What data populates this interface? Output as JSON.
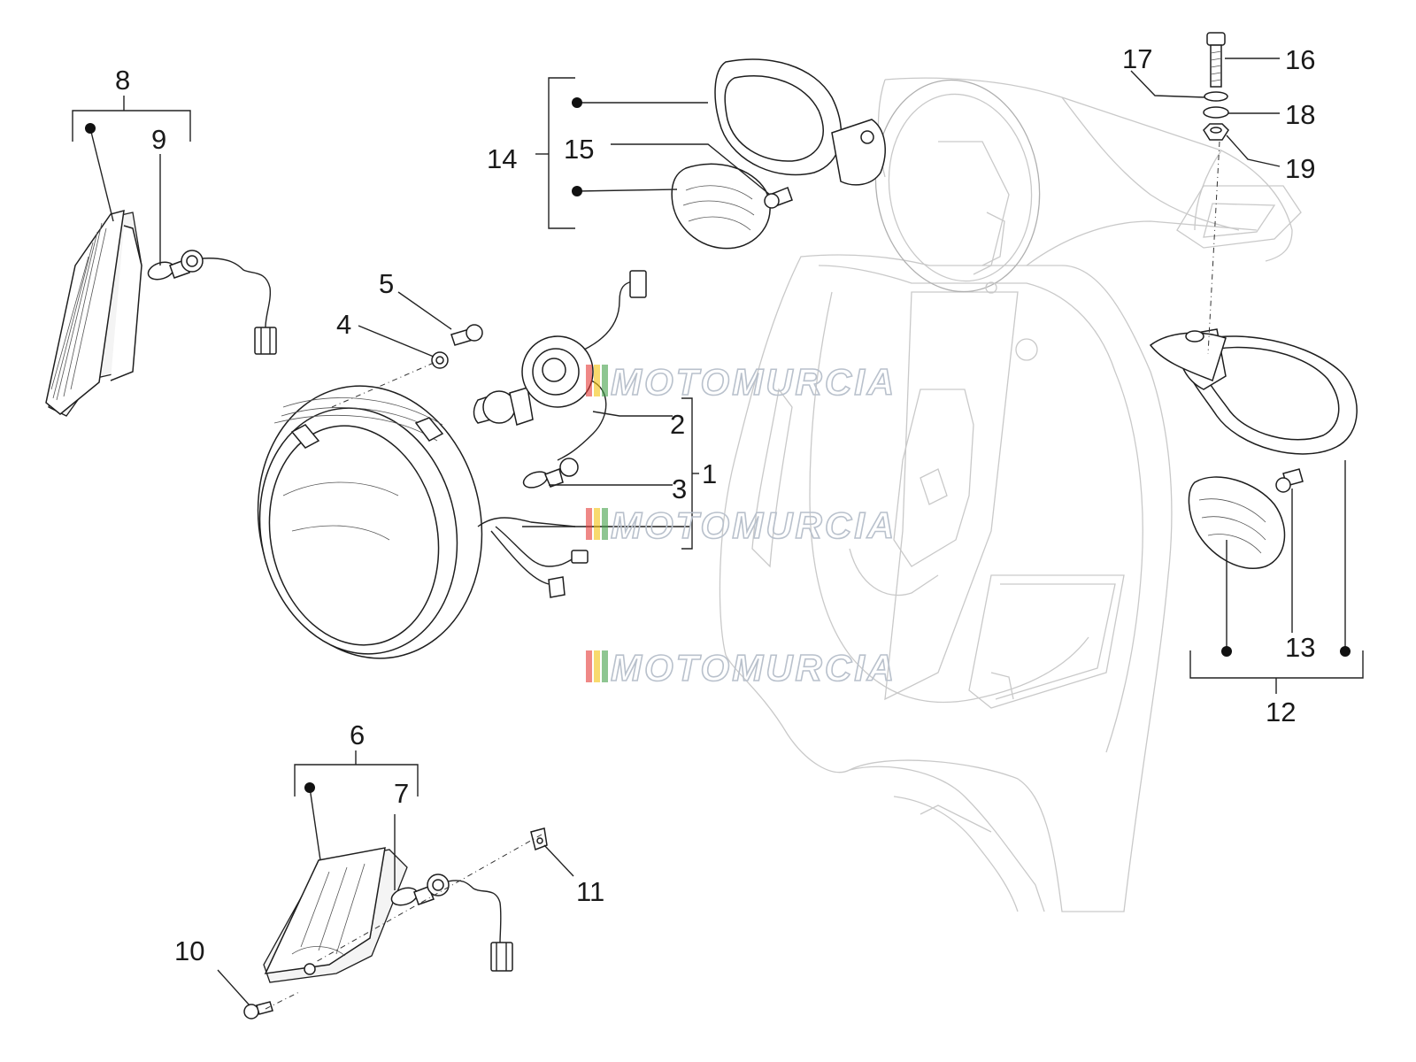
{
  "diagram": {
    "watermark": "MOTOMURCIA",
    "watermark_colors": [
      "#e53935",
      "#f4c20d",
      "#43a047"
    ],
    "labels": {
      "n1": "1",
      "n2": "2",
      "n3": "3",
      "n4": "4",
      "n5": "5",
      "n6": "6",
      "n7": "7",
      "n8": "8",
      "n9": "9",
      "n10": "10",
      "n11": "11",
      "n12": "12",
      "n13": "13",
      "n14": "14",
      "n15": "15",
      "n16": "16",
      "n17": "17",
      "n18": "18",
      "n19": "19"
    }
  }
}
